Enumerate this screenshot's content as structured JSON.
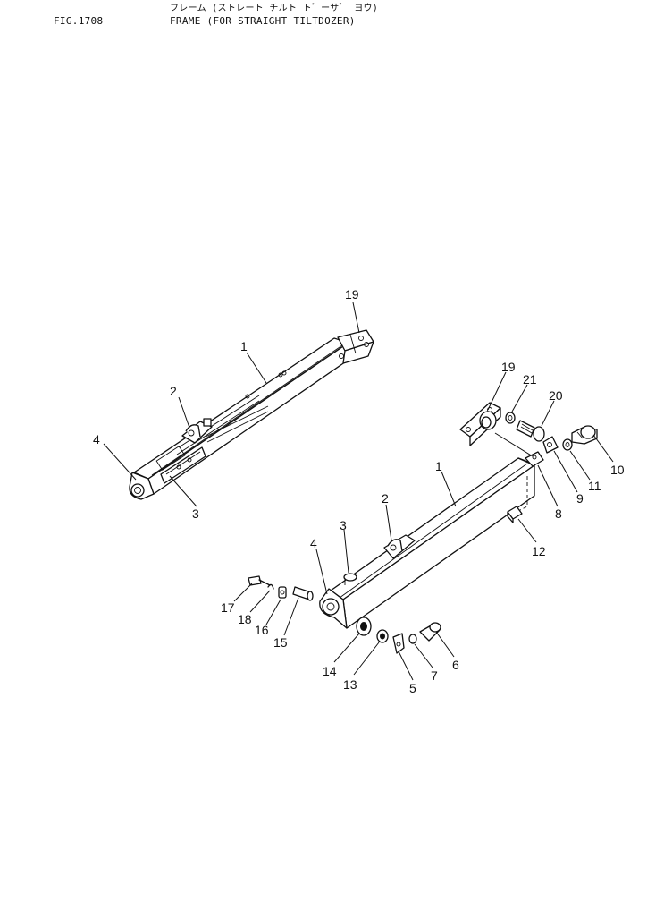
{
  "header": {
    "fig_id": "FIG.1708",
    "title_ja": "フレーム (ストレート チルト ト゛ーサ゛ ヨウ)",
    "title_en": "FRAME (FOR STRAIGHT TILTDOZER)"
  },
  "callouts": {
    "upper": [
      "1",
      "2",
      "3",
      "4",
      "19"
    ],
    "lower": [
      "1",
      "2",
      "3",
      "4",
      "5",
      "6",
      "7",
      "8",
      "9",
      "10",
      "11",
      "12",
      "13",
      "14",
      "15",
      "16",
      "17",
      "18",
      "19",
      "20",
      "21"
    ]
  }
}
